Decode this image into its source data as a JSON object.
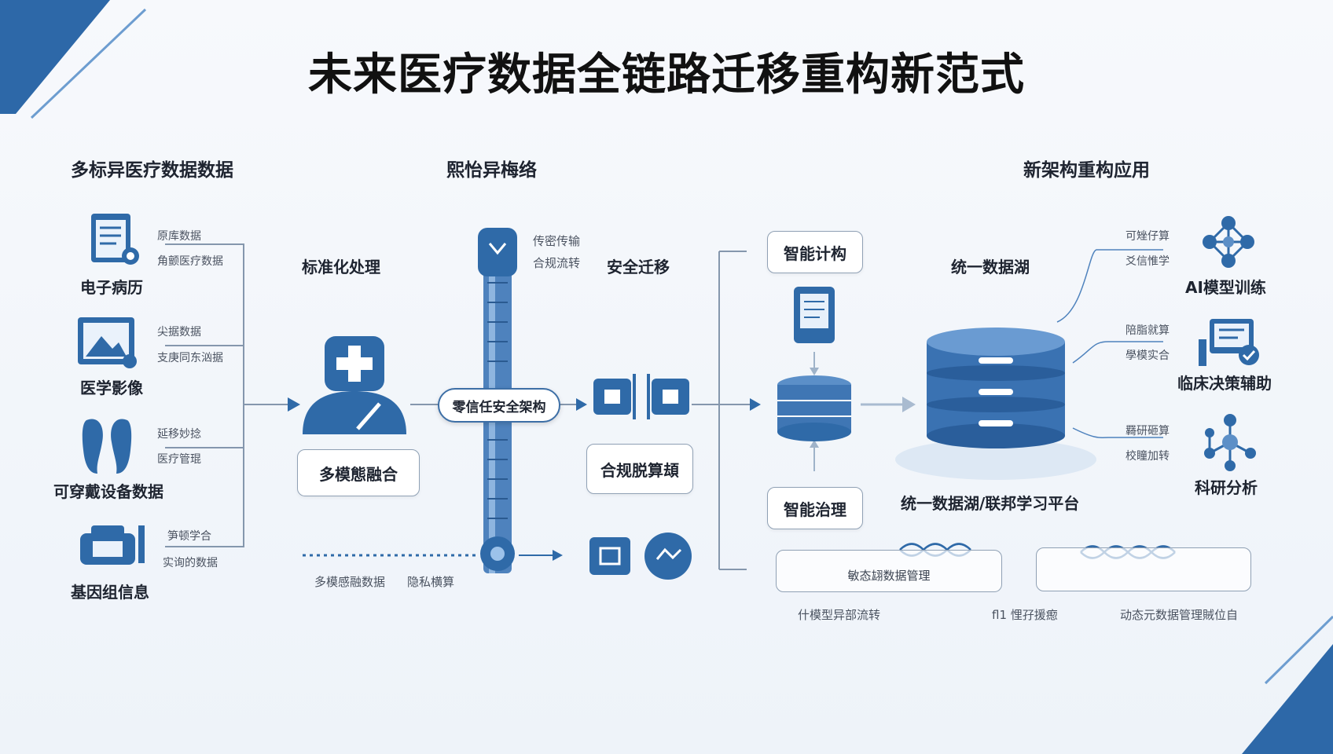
{
  "title": "未来医疗数据全链路迁移重构新范式",
  "sections": {
    "left": "多标异医疗数据数据",
    "middle": "熙怡异梅络",
    "right": "新架构重构应用"
  },
  "sources": [
    {
      "label": "电子病历",
      "icon": "document-icon",
      "sub1": "原库数据",
      "sub2": "角颤医疗数据"
    },
    {
      "label": "医学影像",
      "icon": "image-icon",
      "sub1": "尖据数据",
      "sub2": "支庚同东汹据"
    },
    {
      "label": "可穿戴设备数据",
      "icon": "footprint-icon",
      "sub1": "延移妙捻",
      "sub2": "医疗管琨"
    },
    {
      "label": "基因组信息",
      "icon": "device-icon",
      "sub1": "笋顿学合",
      "sub2": "实询的数据"
    }
  ],
  "standardize": {
    "heading": "标准化处理",
    "box": "多模態融合"
  },
  "pipeline": {
    "top_note1": "传密传输",
    "top_note2": "合规流转",
    "pill": "零信任安全架构",
    "bottom_note1": "多模感融数据",
    "bottom_note2": "隐私横算"
  },
  "migration": {
    "heading": "安全迁移",
    "box": "合规脱算䪺"
  },
  "governance": {
    "top": "智能计构",
    "bottom": "智能治理"
  },
  "lake": {
    "heading": "统一数据湖",
    "caption": "统一数据湖/联邦学习平台"
  },
  "bottom_boxes": [
    {
      "text": "敏态翃数据管理",
      "caption": "什模型异部流转"
    },
    {
      "text": "",
      "caption": "动态元数据管理賊位自"
    }
  ],
  "bottom_mid_caption": "fl1 悝孖援瘛",
  "apps": [
    {
      "label": "AI模型训练",
      "icon": "network-icon",
      "sub1": "可矬仔算",
      "sub2": "爻信惟学"
    },
    {
      "label": "临床决策辅助",
      "icon": "monitor-check-icon",
      "sub1": "陪脂就算",
      "sub2": "學模实合"
    },
    {
      "label": "科研分析",
      "icon": "molecule-icon",
      "sub1": "羇研砸算",
      "sub2": "校瞳加转"
    }
  ],
  "colors": {
    "primary": "#2f6aa8",
    "dark": "#1f4f86",
    "light": "#5c8fc7",
    "line": "#8597ad"
  }
}
